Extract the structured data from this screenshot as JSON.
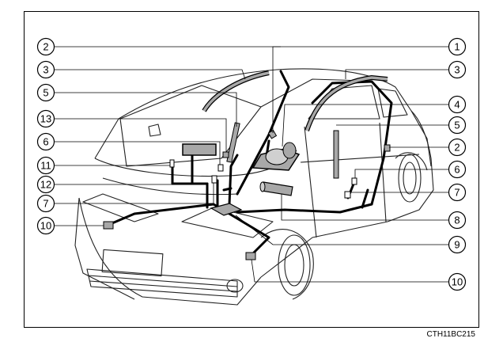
{
  "figure": {
    "code": "CTH11BC215",
    "callouts": [
      {
        "id": "c1-top",
        "label": "1"
      },
      {
        "id": "c2-left",
        "label": "2"
      },
      {
        "id": "c2-right",
        "label": "2"
      },
      {
        "id": "c3-left",
        "label": "3"
      },
      {
        "id": "c3-right",
        "label": "3"
      },
      {
        "id": "c4",
        "label": "4"
      },
      {
        "id": "c5-left",
        "label": "5"
      },
      {
        "id": "c5-right",
        "label": "5"
      },
      {
        "id": "c6-left",
        "label": "6"
      },
      {
        "id": "c6-right",
        "label": "6"
      },
      {
        "id": "c7-left",
        "label": "7"
      },
      {
        "id": "c7-right",
        "label": "7"
      },
      {
        "id": "c8",
        "label": "8"
      },
      {
        "id": "c9",
        "label": "9"
      },
      {
        "id": "c10-left",
        "label": "10"
      },
      {
        "id": "c10-right",
        "label": "10"
      },
      {
        "id": "c11",
        "label": "11"
      },
      {
        "id": "c12",
        "label": "12"
      },
      {
        "id": "c13",
        "label": "13"
      }
    ]
  },
  "colors": {
    "stroke": "#000000",
    "airbag_gray": "#a8a8a8",
    "body_line": "#222222"
  }
}
